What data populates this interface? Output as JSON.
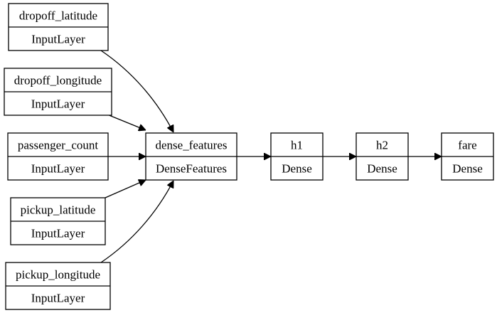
{
  "diagram": {
    "nodes": [
      {
        "id": "dropoff_latitude",
        "name": "dropoff_latitude",
        "type": "InputLayer"
      },
      {
        "id": "dropoff_longitude",
        "name": "dropoff_longitude",
        "type": "InputLayer"
      },
      {
        "id": "passenger_count",
        "name": "passenger_count",
        "type": "InputLayer"
      },
      {
        "id": "pickup_latitude",
        "name": "pickup_latitude",
        "type": "InputLayer"
      },
      {
        "id": "pickup_longitude",
        "name": "pickup_longitude",
        "type": "InputLayer"
      },
      {
        "id": "dense_features",
        "name": "dense_features",
        "type": "DenseFeatures"
      },
      {
        "id": "h1",
        "name": "h1",
        "type": "Dense"
      },
      {
        "id": "h2",
        "name": "h2",
        "type": "Dense"
      },
      {
        "id": "fare",
        "name": "fare",
        "type": "Dense"
      }
    ],
    "edges": [
      {
        "from": "dropoff_latitude",
        "to": "dense_features"
      },
      {
        "from": "dropoff_longitude",
        "to": "dense_features"
      },
      {
        "from": "passenger_count",
        "to": "dense_features"
      },
      {
        "from": "pickup_latitude",
        "to": "dense_features"
      },
      {
        "from": "pickup_longitude",
        "to": "dense_features"
      },
      {
        "from": "dense_features",
        "to": "h1"
      },
      {
        "from": "h1",
        "to": "h2"
      },
      {
        "from": "h2",
        "to": "fare"
      }
    ]
  }
}
